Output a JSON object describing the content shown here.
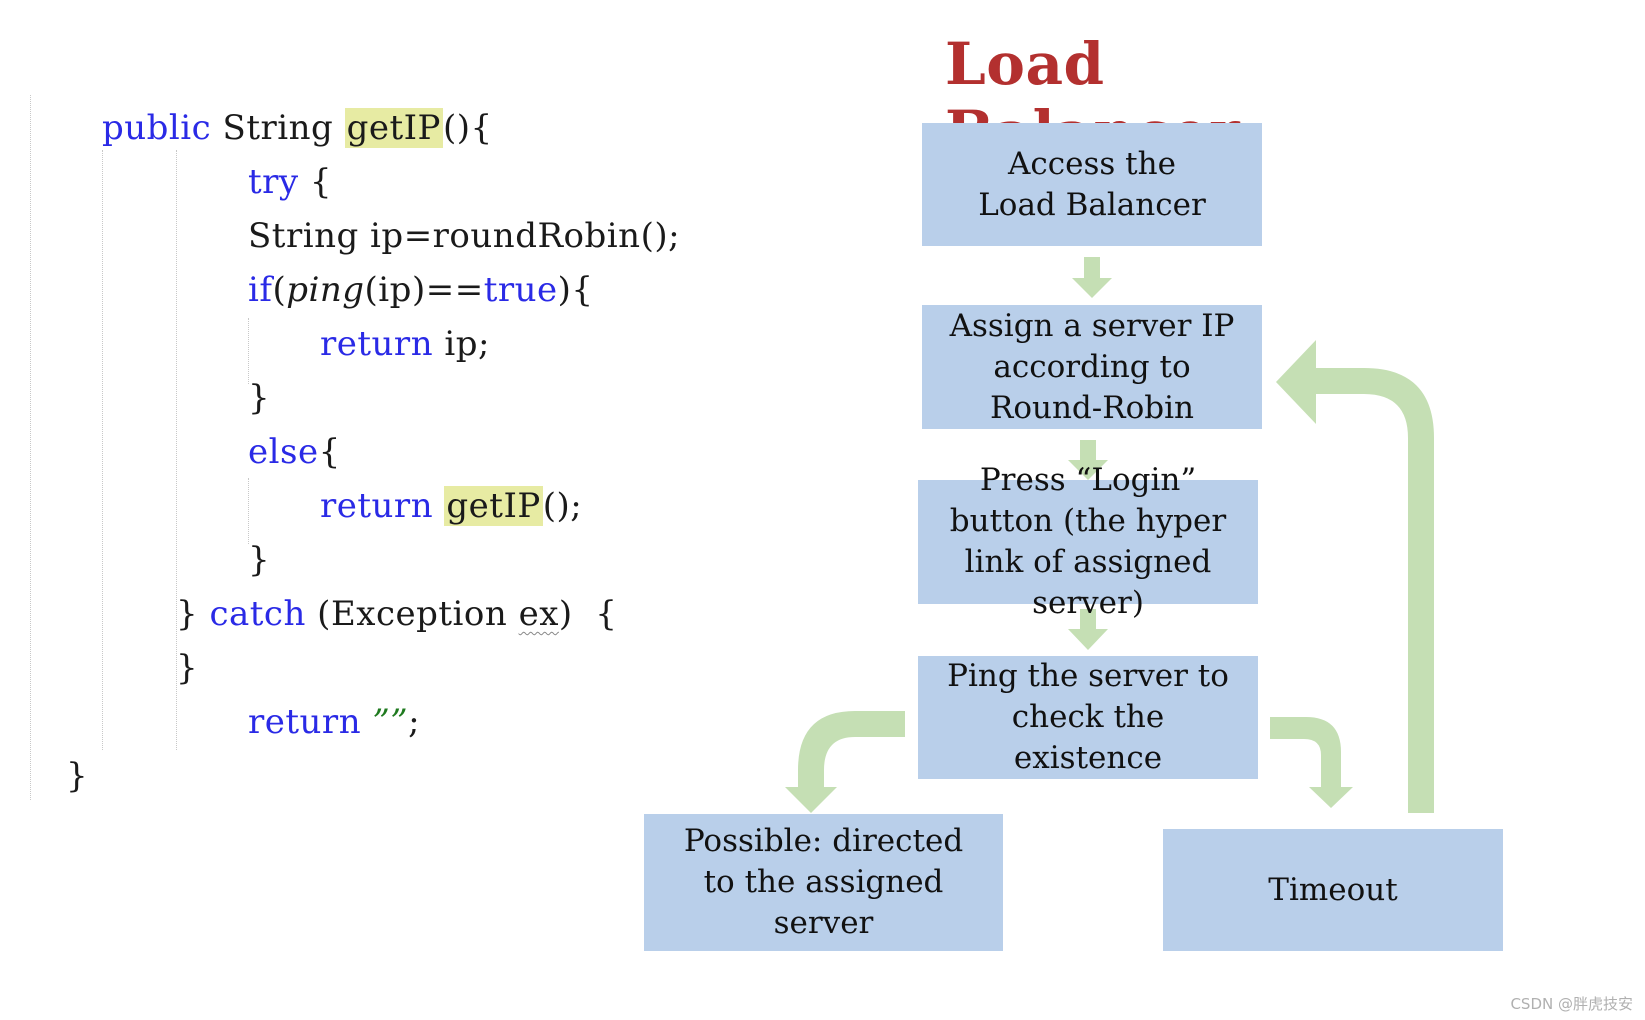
{
  "code": {
    "lines": [
      {
        "parts": [
          {
            "t": "public",
            "c": "kw"
          },
          {
            "t": " String "
          },
          {
            "t": "getIP",
            "c": "hl"
          },
          {
            "t": "(){"
          }
        ]
      },
      {
        "parts": [
          {
            "t": "try",
            "c": "kw"
          },
          {
            "t": " {"
          }
        ]
      },
      {
        "parts": [
          {
            "t": "String ip=roundRobin();"
          }
        ]
      },
      {
        "parts": [
          {
            "t": "if",
            "c": "kw"
          },
          {
            "t": "("
          },
          {
            "t": "ping",
            "c": "it"
          },
          {
            "t": "(ip)=="
          },
          {
            "t": "true",
            "c": "kw"
          },
          {
            "t": "){"
          }
        ]
      },
      {
        "parts": [
          {
            "t": "return",
            "c": "kw"
          },
          {
            "t": " ip;"
          }
        ]
      },
      {
        "parts": [
          {
            "t": "}"
          }
        ]
      },
      {
        "parts": [
          {
            "t": "else",
            "c": "kw"
          },
          {
            "t": "{"
          }
        ]
      },
      {
        "parts": [
          {
            "t": "return",
            "c": "kw"
          },
          {
            "t": " "
          },
          {
            "t": "getIP",
            "c": "hl"
          },
          {
            "t": "();"
          }
        ]
      },
      {
        "parts": [
          {
            "t": "}"
          }
        ]
      },
      {
        "parts": [
          {
            "t": "} "
          },
          {
            "t": "catch",
            "c": "kw"
          },
          {
            "t": " (Exception "
          },
          {
            "t": "ex",
            "c": "squig"
          },
          {
            "t": ")  {"
          }
        ]
      },
      {
        "parts": [
          {
            "t": "}"
          }
        ]
      },
      {
        "parts": [
          {
            "t": "return",
            "c": "kw"
          },
          {
            "t": " "
          },
          {
            "t": "””",
            "c": "str"
          },
          {
            "t": ";"
          }
        ]
      },
      {
        "parts": [
          {
            "t": "}"
          }
        ]
      }
    ]
  },
  "flowchart": {
    "title": "Load Balancer",
    "boxes": {
      "access": "Access the Load Balancer",
      "assign": "Assign a server IP according to Round-Robin",
      "press": "Press “Login” button (the hyper link of assigned server)",
      "ping": "Ping the server to check the existence",
      "possible": "Possible: directed to the assigned server",
      "timeout": "Timeout"
    }
  },
  "colors": {
    "title": "#b3302f",
    "box_fill": "#b9cfea",
    "arrow_fill": "#c5dfb4",
    "keyword": "#2a2ae6",
    "highlight": "#e7eba3"
  },
  "watermark": "CSDN @胖虎技安"
}
